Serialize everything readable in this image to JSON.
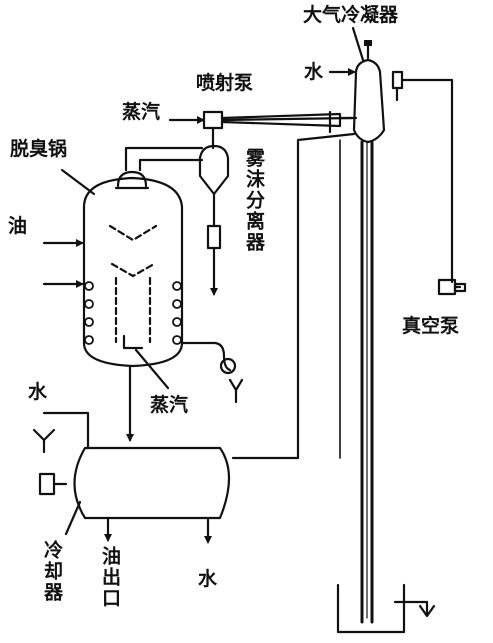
{
  "labels": {
    "condenser": "大气冷凝器",
    "water_top": "水",
    "jet_pump": "喷射泵",
    "steam_top": "蒸汽",
    "deodorizer": "脱臭锅",
    "separator": "雾沫分离器",
    "oil_in": "油",
    "vacuum_pump": "真空泵",
    "water_left": "水",
    "steam_bottom": "蒸汽",
    "cooler": "冷却器",
    "oil_out": "油出口",
    "water_bottom": "水"
  },
  "colors": {
    "line": "#111111",
    "background": "#ffffff"
  }
}
